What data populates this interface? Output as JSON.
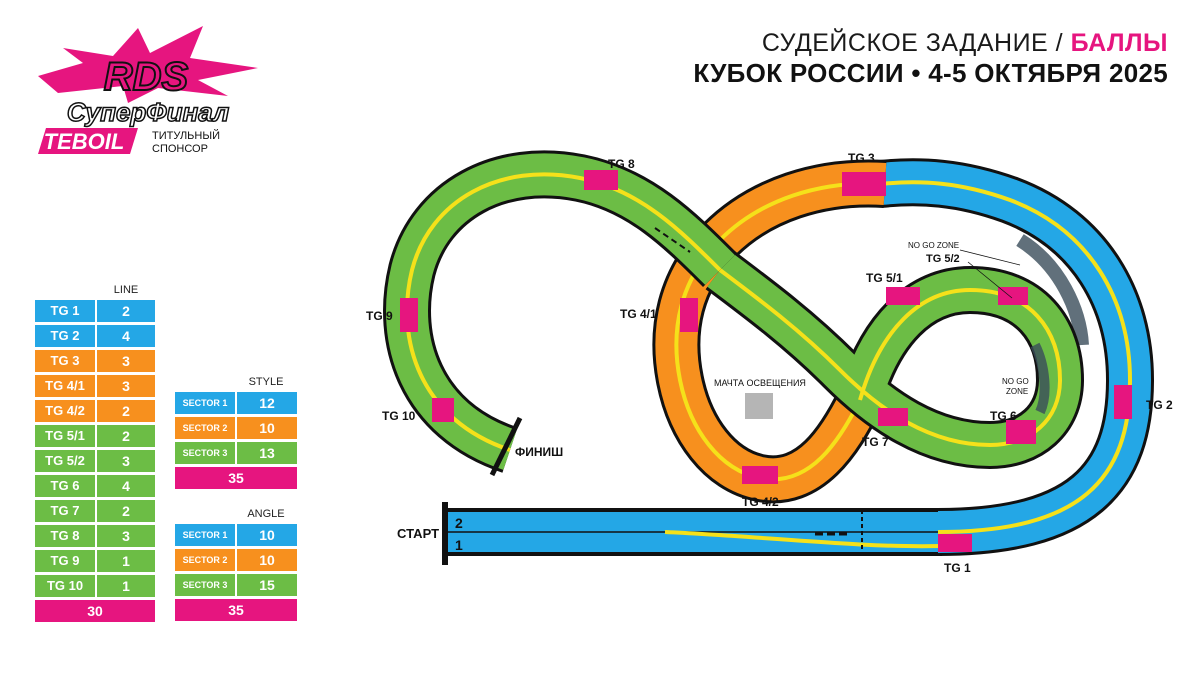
{
  "logo": {
    "mark": "RDS",
    "superfinal": "СуперФинал",
    "sponsor_brand": "TEBOIL",
    "sponsor_caption_1": "ТИТУЛЬНЫЙ",
    "sponsor_caption_2": "СПОНСОР"
  },
  "header": {
    "title_main": "СУДЕЙСКОЕ ЗАДАНИЕ / ",
    "title_accent": "БАЛЛЫ",
    "subtitle": "КУБОК РОССИИ • 4-5 ОКТЯБРЯ 2025"
  },
  "colors": {
    "blue": "#24a7e6",
    "orange": "#f7901e",
    "green": "#6cbd45",
    "magenta": "#e6157f",
    "yellow": "#f5e11a"
  },
  "line_table": {
    "title": "LINE",
    "rows": [
      {
        "name": "TG 1",
        "value": "2",
        "color": "blue"
      },
      {
        "name": "TG 2",
        "value": "4",
        "color": "blue"
      },
      {
        "name": "TG 3",
        "value": "3",
        "color": "orange"
      },
      {
        "name": "TG 4/1",
        "value": "3",
        "color": "orange"
      },
      {
        "name": "TG 4/2",
        "value": "2",
        "color": "orange"
      },
      {
        "name": "TG 5/1",
        "value": "2",
        "color": "green"
      },
      {
        "name": "TG 5/2",
        "value": "3",
        "color": "green"
      },
      {
        "name": "TG 6",
        "value": "4",
        "color": "green"
      },
      {
        "name": "TG 7",
        "value": "2",
        "color": "green"
      },
      {
        "name": "TG 8",
        "value": "3",
        "color": "green"
      },
      {
        "name": "TG 9",
        "value": "1",
        "color": "green"
      },
      {
        "name": "TG 10",
        "value": "1",
        "color": "green"
      }
    ],
    "total": "30"
  },
  "style_table": {
    "title": "STYLE",
    "rows": [
      {
        "name": "SECTOR 1",
        "value": "12",
        "color": "blue"
      },
      {
        "name": "SECTOR 2",
        "value": "10",
        "color": "orange"
      },
      {
        "name": "SECTOR 3",
        "value": "13",
        "color": "green"
      }
    ],
    "total": "35"
  },
  "angle_table": {
    "title": "ANGLE",
    "rows": [
      {
        "name": "SECTOR 1",
        "value": "10",
        "color": "blue"
      },
      {
        "name": "SECTOR 2",
        "value": "10",
        "color": "orange"
      },
      {
        "name": "SECTOR 3",
        "value": "15",
        "color": "green"
      }
    ],
    "total": "35"
  },
  "track": {
    "start_label": "СТАРТ",
    "finish_label": "ФИНИШ",
    "lane_2": "2",
    "lane_1": "1",
    "light_mast": "МАЧТА ОСВЕЩЕНИЯ",
    "no_go_zone_1": "NO GO ZONE",
    "no_go_zone_2_line1": "NO GO",
    "no_go_zone_2_line2": "ZONE",
    "gates": {
      "tg1": "TG 1",
      "tg2": "TG 2",
      "tg3": "TG 3",
      "tg41": "TG 4/1",
      "tg42": "TG 4/2",
      "tg51": "TG 5/1",
      "tg52": "TG 5/2",
      "tg6": "TG 6",
      "tg7": "TG 7",
      "tg8": "TG 8",
      "tg9": "TG 9",
      "tg10": "TG 10"
    }
  }
}
